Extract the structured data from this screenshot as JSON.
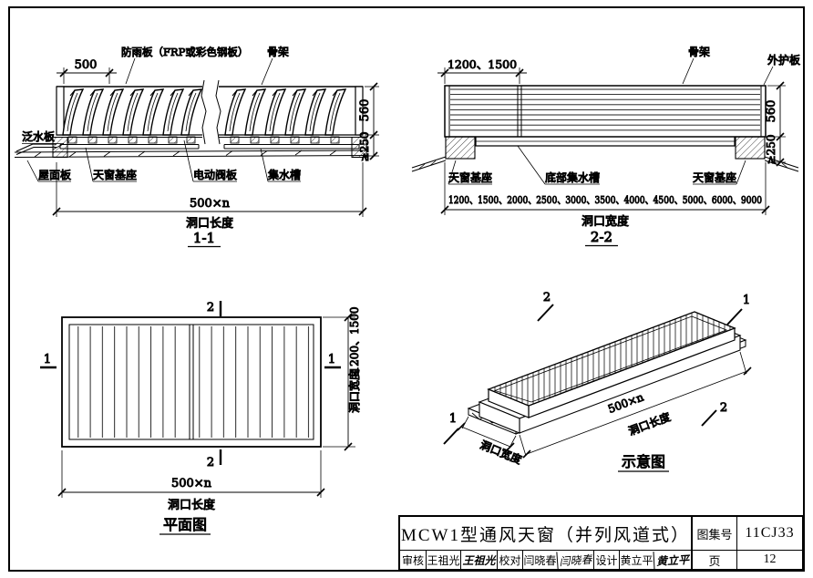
{
  "section_1_1": {
    "caption": "1-1",
    "dim_top": "500",
    "label_rain_board": "防雨板（FRP或彩色钢板）",
    "label_frame": "骨架",
    "dim_height": "560",
    "dim_base_height": "≥250",
    "label_flashing": "泛水板",
    "label_roof_panel": "屋面板",
    "label_skylight_base": "天窗基座",
    "label_motor_valve": "电动阀板",
    "label_gutter": "集水槽",
    "dim_length": "500×n",
    "label_opening_length": "洞口长度"
  },
  "section_2_2": {
    "caption": "2-2",
    "dim_top": "1200、1500",
    "label_frame": "骨架",
    "label_outer_panel": "外护板",
    "dim_height": "560",
    "dim_base_height": "≥250",
    "label_base_left": "天窗基座",
    "label_bottom_gutter": "底部集水槽",
    "label_base_right": "天窗基座",
    "dim_widths": "1200、1500、2000、2500、3000、3500、4000、4500、5000、6000、9000",
    "label_opening_width": "洞口宽度"
  },
  "plan": {
    "caption": "平面图",
    "mark_1": "1",
    "mark_2": "2",
    "dim_width": "1200、1500",
    "label_opening_width": "洞口宽度",
    "dim_length": "500×n",
    "label_opening_length": "洞口长度"
  },
  "isometric": {
    "caption": "示意图",
    "mark_1": "1",
    "mark_2": "2",
    "dim_length": "500×n",
    "label_opening_length": "洞口长度",
    "label_opening_width": "洞口宽度"
  },
  "title_block": {
    "title": "MCW1型通风天窗（并列风道式）",
    "atlas_label": "图集号",
    "atlas_number": "11CJ33",
    "page_label": "页",
    "page_number": "12",
    "reviewer_label": "审核",
    "reviewer_name": "王祖光",
    "reviewer_signature": "王祖光",
    "proofreader_label": "校对",
    "proofreader_name": "闫晓春",
    "proofreader_signature": "闫晓春",
    "designer_label": "设计",
    "designer_name": "黄立平",
    "designer_signature": "黄立平"
  }
}
